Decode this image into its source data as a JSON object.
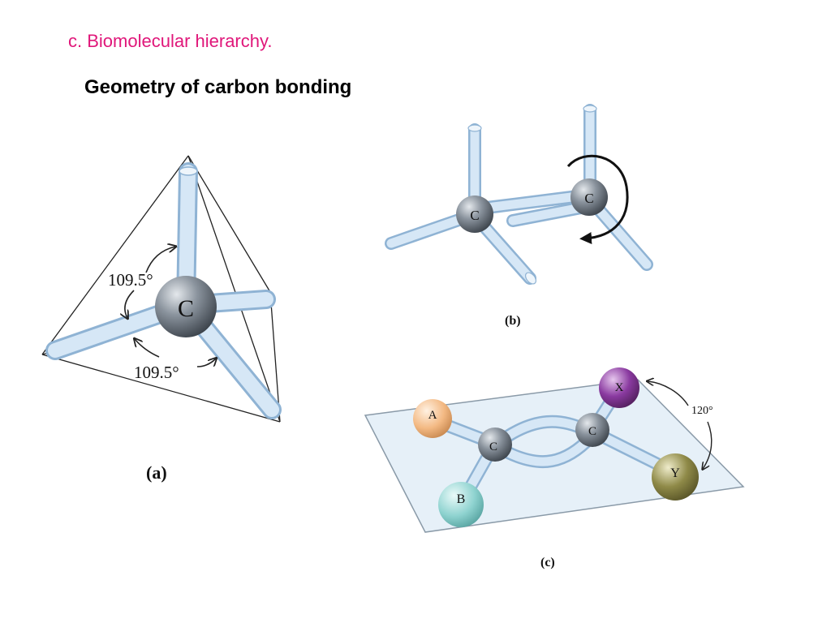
{
  "slide": {
    "subtitle": "c. Biomolecular hierarchy.",
    "title": "Geometry of carbon bonding"
  },
  "panel_a": {
    "label": "(a)",
    "atom": "C",
    "angle_upper": "109.5°",
    "angle_lower": "109.5°"
  },
  "panel_b": {
    "label": "(b)",
    "atom_left": "C",
    "atom_right": "C"
  },
  "panel_c": {
    "label": "(c)",
    "atom_c1": "C",
    "atom_c2": "C",
    "sub_a": "A",
    "sub_b": "B",
    "sub_x": "X",
    "sub_y": "Y",
    "angle": "120°"
  },
  "colors": {
    "subtitle": "#e0177a",
    "bond": "#cfe3f5",
    "carbon": "#7c8590",
    "sub_a": "#f3b983",
    "sub_b": "#8fd3d0",
    "sub_x": "#8a3aa0",
    "sub_y": "#8f8a48",
    "plane": "#e6f0f8"
  }
}
